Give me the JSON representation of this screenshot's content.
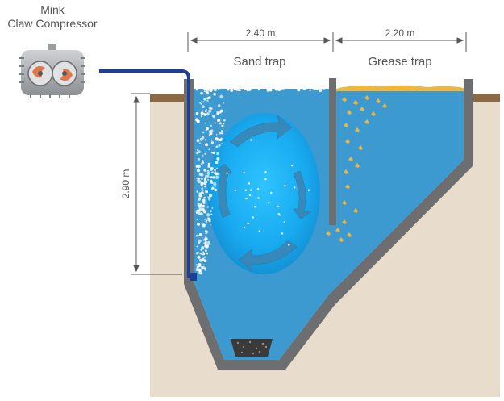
{
  "compressor": {
    "label_line1": "Mink",
    "label_line2": "Claw Compressor",
    "icon": "claw-compressor-icon"
  },
  "dimensions": {
    "sand_trap_width": "2.40 m",
    "grease_trap_width": "2.20 m",
    "depth": "2.90 m"
  },
  "chambers": {
    "sand_trap": "Sand trap",
    "grease_trap": "Grease trap"
  },
  "colors": {
    "ground": "#e8dccc",
    "soil_line": "#8a6a46",
    "water": "#3d9ad1",
    "water_light": "#2bb6f0",
    "walls": "#6d6e70",
    "pipe": "#1d3f94",
    "grease": "#f0b63c",
    "sand": "#3a3a3a"
  }
}
